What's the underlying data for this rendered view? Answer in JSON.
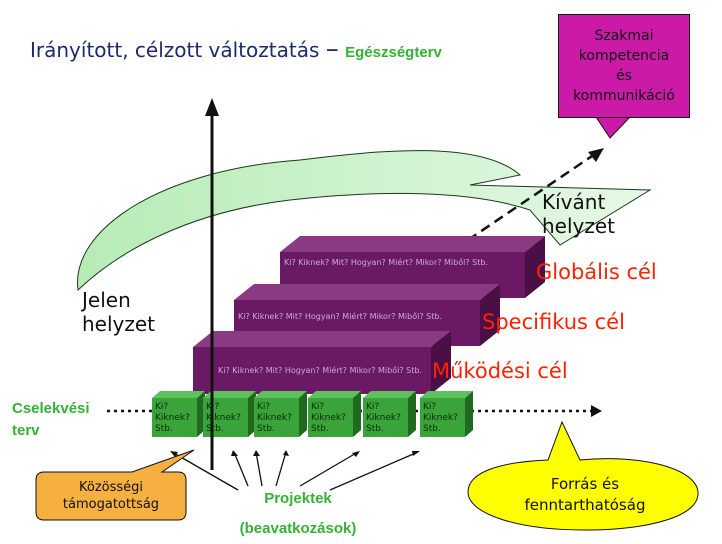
{
  "title": {
    "main": "Irányított, célzott változtatás",
    "dash": "–",
    "sub": "Egészségterv"
  },
  "callout_top": {
    "line1": "Szakmai",
    "line2": "kompetencia",
    "line3": "és",
    "line4": "kommunikáció"
  },
  "current_state": {
    "line1": "Jelen",
    "line2": "helyzet"
  },
  "desired_state": {
    "line1": "Kívánt",
    "line2": "helyzet"
  },
  "goals": {
    "global": "Globális cél",
    "specific": "Specifikus cél",
    "operational": "Működési cél"
  },
  "steps": {
    "global_text": "Ki? Kiknek? Mit? Hogyan? Miért? Mikor? Miből? Stb.",
    "specific_text": "Ki? Kiknek? Mit? Hogyan? Miért? Mikor? Miből? Stb.",
    "operational_text": "Ki? Kiknek? Mit? Hogyan? Miért? Mikor? Miből? Stb."
  },
  "action_plan": {
    "line1": "Cselekvési",
    "line2": "terv"
  },
  "cubes": [
    {
      "l1": "Ki?",
      "l2": "Kiknek?",
      "l3": "Stb."
    },
    {
      "l1": "Ki?",
      "l2": "Kiknek?",
      "l3": "Stb."
    },
    {
      "l1": "Ki?",
      "l2": "Kiknek?",
      "l3": "Stb."
    },
    {
      "l1": "Ki?",
      "l2": "Kiknek?",
      "l3": "Stb."
    },
    {
      "l1": "Ki?",
      "l2": "Kiknek?",
      "l3": "Stb."
    },
    {
      "l1": "Ki?",
      "l2": "Kiknek?",
      "l3": "Stb."
    }
  ],
  "community": {
    "line1": "Közösségi",
    "line2": "támogatottság"
  },
  "projects": {
    "line1": "Projektek",
    "line2": "(beavatkozások)"
  },
  "resources": {
    "line1": "Forrás és",
    "line2": "fenntarthatóság"
  },
  "colors": {
    "title": "#1f2a6e",
    "accent_green": "#33b233",
    "goal_red": "#ff2200",
    "step_purple": "#6a1a64",
    "cube_green": "#3aa33a",
    "callout_magenta": "#cc1aa8",
    "community_orange": "#f5b041",
    "resources_yellow": "#ffff00",
    "arrow_band": "#c8f0c8"
  }
}
